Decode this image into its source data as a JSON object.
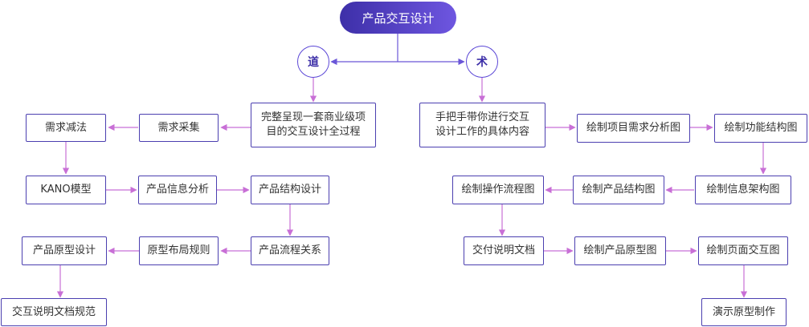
{
  "root": "产品交互设计",
  "branches": {
    "left": "道",
    "right": "术"
  },
  "nodes": {
    "left_top": "完整呈现一套商业级项\n目的交互设计全过程",
    "collect": "需求采集",
    "reduce": "需求减法",
    "kano": "KANO模型",
    "info_analysis": "产品信息分析",
    "structure_design": "产品结构设计",
    "flow_relation": "产品流程关系",
    "layout_rules": "原型布局规则",
    "prototype_design": "产品原型设计",
    "spec_doc": "交互说明文档规范",
    "right_top": "手把手带你进行交互\n设计工作的具体内容",
    "req_diagram": "绘制项目需求分析图",
    "func_diagram": "绘制功能结构图",
    "info_arch": "绘制信息架构图",
    "prod_struct": "绘制产品结构图",
    "op_flow": "绘制操作流程图",
    "deliver_doc": "交付说明文档",
    "prod_proto": "绘制产品原型图",
    "page_inter": "绘制页面交互图",
    "demo_proto": "演示原型制作"
  },
  "colors": {
    "border": "#4b3fb0",
    "arrow": "#c86fd6",
    "line": "#6a56d8",
    "root_start": "#3d2fa8",
    "root_end": "#6e56e0"
  }
}
